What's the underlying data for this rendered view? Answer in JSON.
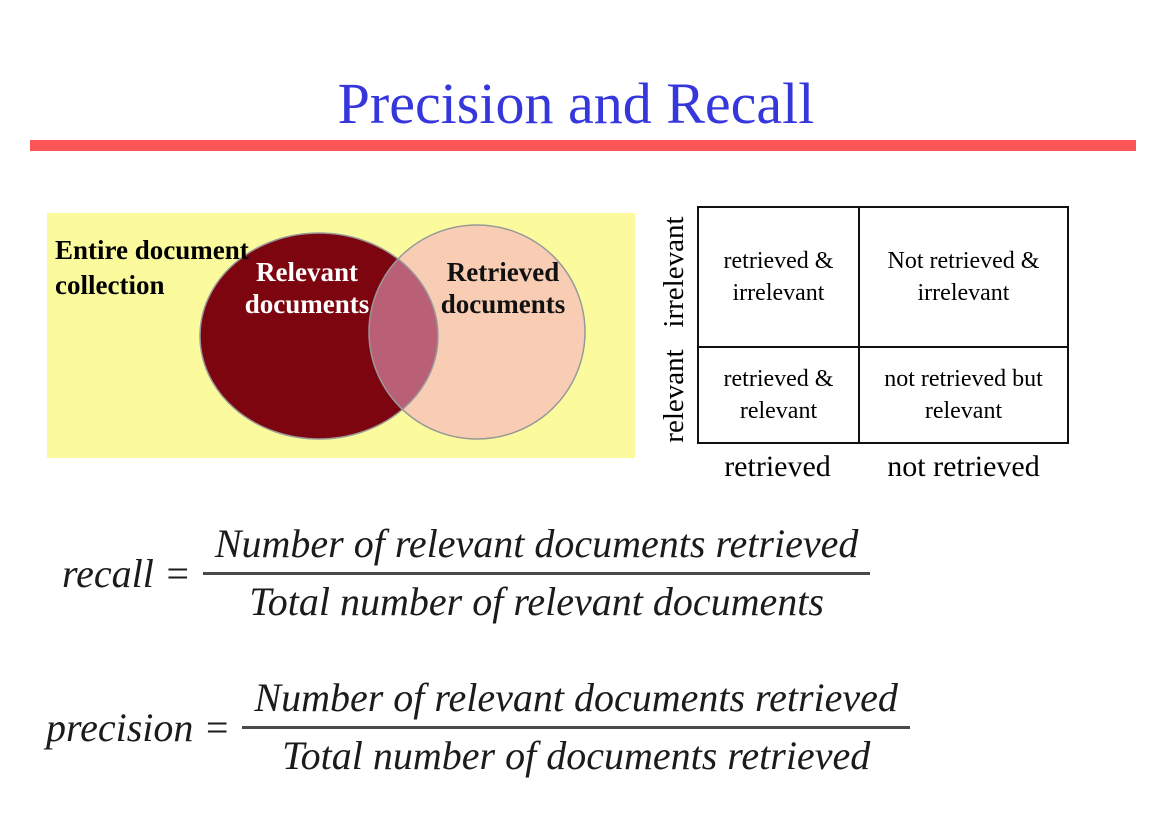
{
  "title": "Precision and Recall",
  "colors": {
    "title_blue": "#3636DD",
    "divider_red": "#FC5555",
    "venn_background": "#FBFB9E",
    "relevant_circle": "#7D050F",
    "retrieved_circle": "#F8CDB4",
    "overlap": "#B95F76",
    "circle_outline": "#999999"
  },
  "venn": {
    "collection_label": "Entire document collection",
    "relevant_label": "Relevant documents",
    "retrieved_label": "Retrieved documents"
  },
  "contingency_table": {
    "row_labels": [
      "irrelevant",
      "relevant"
    ],
    "column_labels": [
      "retrieved",
      "not retrieved"
    ],
    "cells": [
      [
        "retrieved & irrelevant",
        "Not retrieved & irrelevant"
      ],
      [
        "retrieved & relevant",
        "not retrieved but relevant"
      ]
    ]
  },
  "formulas": {
    "recall": {
      "lhs": "recall",
      "equals": "=",
      "numerator": "Number of relevant documents retrieved",
      "denominator": "Total number of relevant documents"
    },
    "precision": {
      "lhs": "precision",
      "equals": "=",
      "numerator": "Number of relevant documents retrieved",
      "denominator": "Total number of documents retrieved"
    }
  }
}
